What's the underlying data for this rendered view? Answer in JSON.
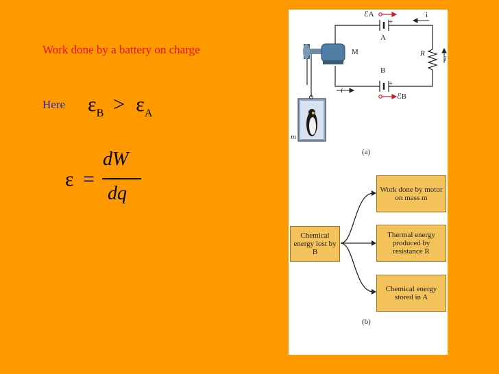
{
  "slide": {
    "title": "Work done by a battery on charge",
    "here_label": "Here",
    "inequality": {
      "left": "ε",
      "left_sub": "B",
      "op": ">",
      "right": "ε",
      "right_sub": "A"
    },
    "formula": {
      "lhs": "ε",
      "eq": "=",
      "numerator": "dW",
      "denominator": "dq"
    }
  },
  "circuit": {
    "label_emf_a": "ℰA",
    "label_emf_b": "ℰB",
    "label_plus_a": "+",
    "label_plus_b": "+",
    "label_a": "A",
    "label_b": "B",
    "label_motor": "M",
    "label_resistor": "R",
    "label_current_top": "i",
    "label_current_right": "i",
    "label_current_bottom": "i",
    "label_mass": "m",
    "caption_a": "(a)"
  },
  "flow": {
    "source": "Chemical energy lost by B",
    "targets": [
      "Work done by motor on mass m",
      "Thermal energy produced by resistance R",
      "Chemical energy stored in A"
    ],
    "caption_b": "(b)"
  },
  "colors": {
    "background": "#FF9900",
    "title": "#E8101A",
    "here": "#2A2AB0",
    "box_fill": "#F4C25A"
  }
}
